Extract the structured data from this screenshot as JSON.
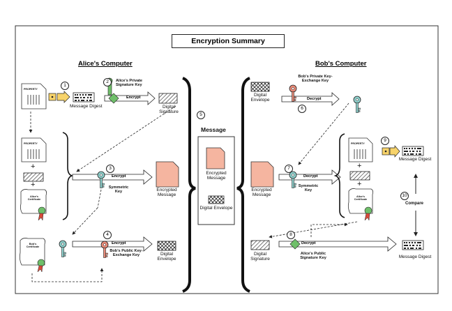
{
  "title": "Encryption Summary",
  "alice": {
    "heading": "Alice's Computer",
    "property_label": "PROPERTY",
    "message_digest": "Message Digest",
    "private_key_label": "Alice's Private Signature Key",
    "encrypt": "Encrypt",
    "digital_signature": "Digital Signature",
    "encrypted_message": "Encrypted Message",
    "symmetric_key": "Symmetric Key",
    "bob_public_key": "Bob's Public Key-Exchange Key",
    "digital_envelope": "Digital Envelope",
    "alice_certificate": "Alice's Certificate",
    "bob_certificate": "Bob's Certificate",
    "plus": "+"
  },
  "message": {
    "heading": "Message",
    "encrypted_message": "Encrypted Message",
    "digital_envelope": "Digital Envelope"
  },
  "bob": {
    "heading": "Bob's Computer",
    "digital_envelope": "Digital Envelope",
    "private_key_label": "Bob's Private Key-Exchange Key",
    "decrypt": "Decrypt",
    "encrypted_message": "Encrypted Message",
    "symmetric_key": "Symmetric Key",
    "property_label": "PROPERTY",
    "message_digest_top": "Message Digest",
    "compare": "Compare",
    "digital_signature": "Digital Signature",
    "alice_public_key": "Alice's Public Signature Key",
    "message_digest_bottom": "Message Digest",
    "alice_certificate": "Alice's Certificate",
    "plus": "+"
  },
  "steps": [
    "1",
    "2",
    "3",
    "4",
    "5",
    "6",
    "7",
    "8",
    "9",
    "10"
  ],
  "colors": {
    "salmon": "#f5b5a0",
    "key_teal": "#8ecfcb",
    "key_red": "#e88a78",
    "key_yellow": "#f7d36a",
    "ribbon": "#d94a3a",
    "green": "#6fbf6a"
  }
}
